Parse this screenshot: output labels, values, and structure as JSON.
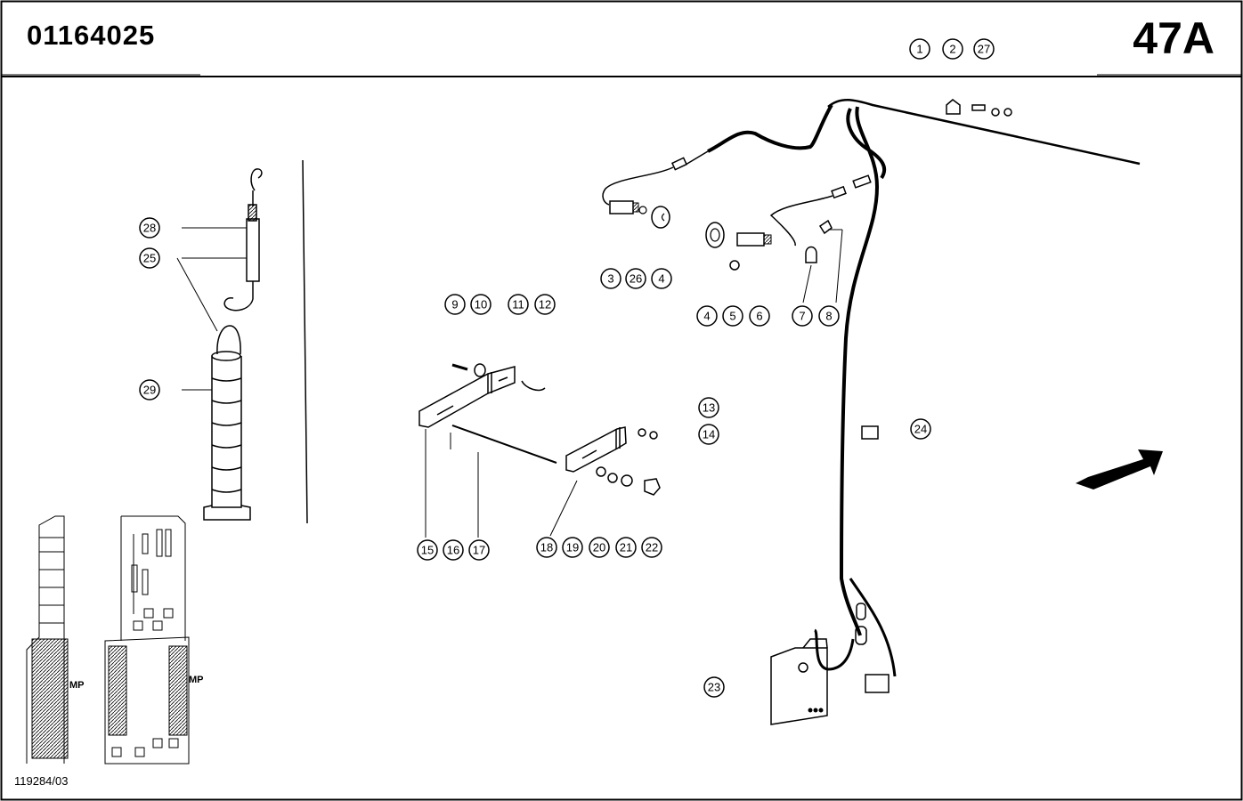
{
  "header": {
    "part_number": "01164025",
    "page_code": "47A"
  },
  "footer": {
    "drawing_ref": "119284/03"
  },
  "inset": {
    "left_label": "MP",
    "right_label": "MP"
  },
  "callouts": [
    "1",
    "2",
    "27",
    "3",
    "26",
    "4",
    "4",
    "5",
    "6",
    "7",
    "8",
    "9",
    "10",
    "11",
    "12",
    "13",
    "14",
    "15",
    "16",
    "17",
    "18",
    "19",
    "20",
    "21",
    "22",
    "23",
    "24",
    "25",
    "28",
    "29"
  ],
  "colors": {
    "ink": "#000000",
    "paper": "#ffffff"
  }
}
